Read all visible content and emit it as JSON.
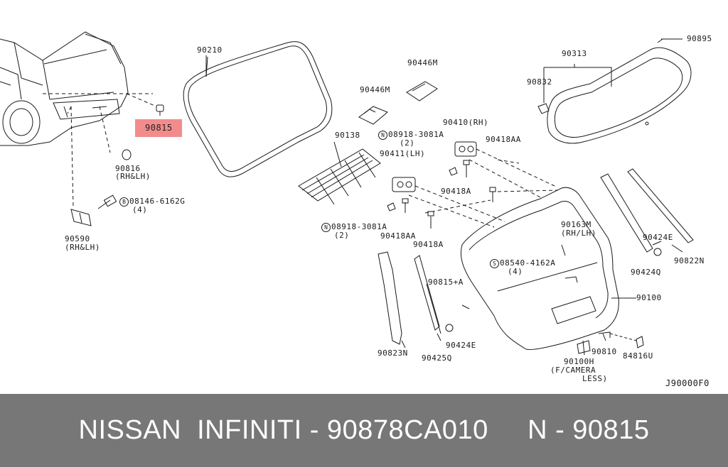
{
  "diagram": {
    "parts": {
      "p90210": "90210",
      "p90446m_a": "90446M",
      "p90446m_b": "90446M",
      "p90313": "90313",
      "p90895": "90895",
      "p90832": "90832",
      "p90138": "90138",
      "p08918_top": "08918-3081A",
      "p08918_top_qty": "(2)",
      "p90410": "90410(RH)",
      "p90411": "90411(LH)",
      "p90418aa_a": "90418AA",
      "p90418a_a": "90418A",
      "p90816": "90816",
      "p90816_side": "(RH&LH)",
      "p08146": "08146-6162G",
      "p08146_qty": "(4)",
      "p90590": "90590",
      "p90590_side": "(RH&LH)",
      "p08918_bot": "08918-3081A",
      "p08918_bot_qty": "(2)",
      "p90418aa_b": "90418AA",
      "p90418a_b": "90418A",
      "p90163m": "90163M",
      "p90163m_side": "(RH/LH)",
      "p90424e_a": "90424E",
      "p90822n": "90822N",
      "p08540": "08540-4162A",
      "p08540_qty": "(4)",
      "p90424q": "90424Q",
      "p90815a": "90815+A",
      "p90100": "90100",
      "p90823n": "90823N",
      "p90424e_b": "90424E",
      "p90425q": "90425Q",
      "p90810": "90810",
      "p84816u": "84816U",
      "p90100h": "90100H",
      "p90100h_note1": "(F/CAMERA",
      "p90100h_note2": "LESS)",
      "highlight": "90815",
      "diagram_code": "J90000F0"
    },
    "symbols": {
      "N": "N",
      "B": "B",
      "S": "S"
    },
    "highlight_color": "#f28c8c"
  },
  "footer": {
    "text": "NISSAN  INFINITI - 90878CA010     N - 90815",
    "background": "#777777"
  }
}
